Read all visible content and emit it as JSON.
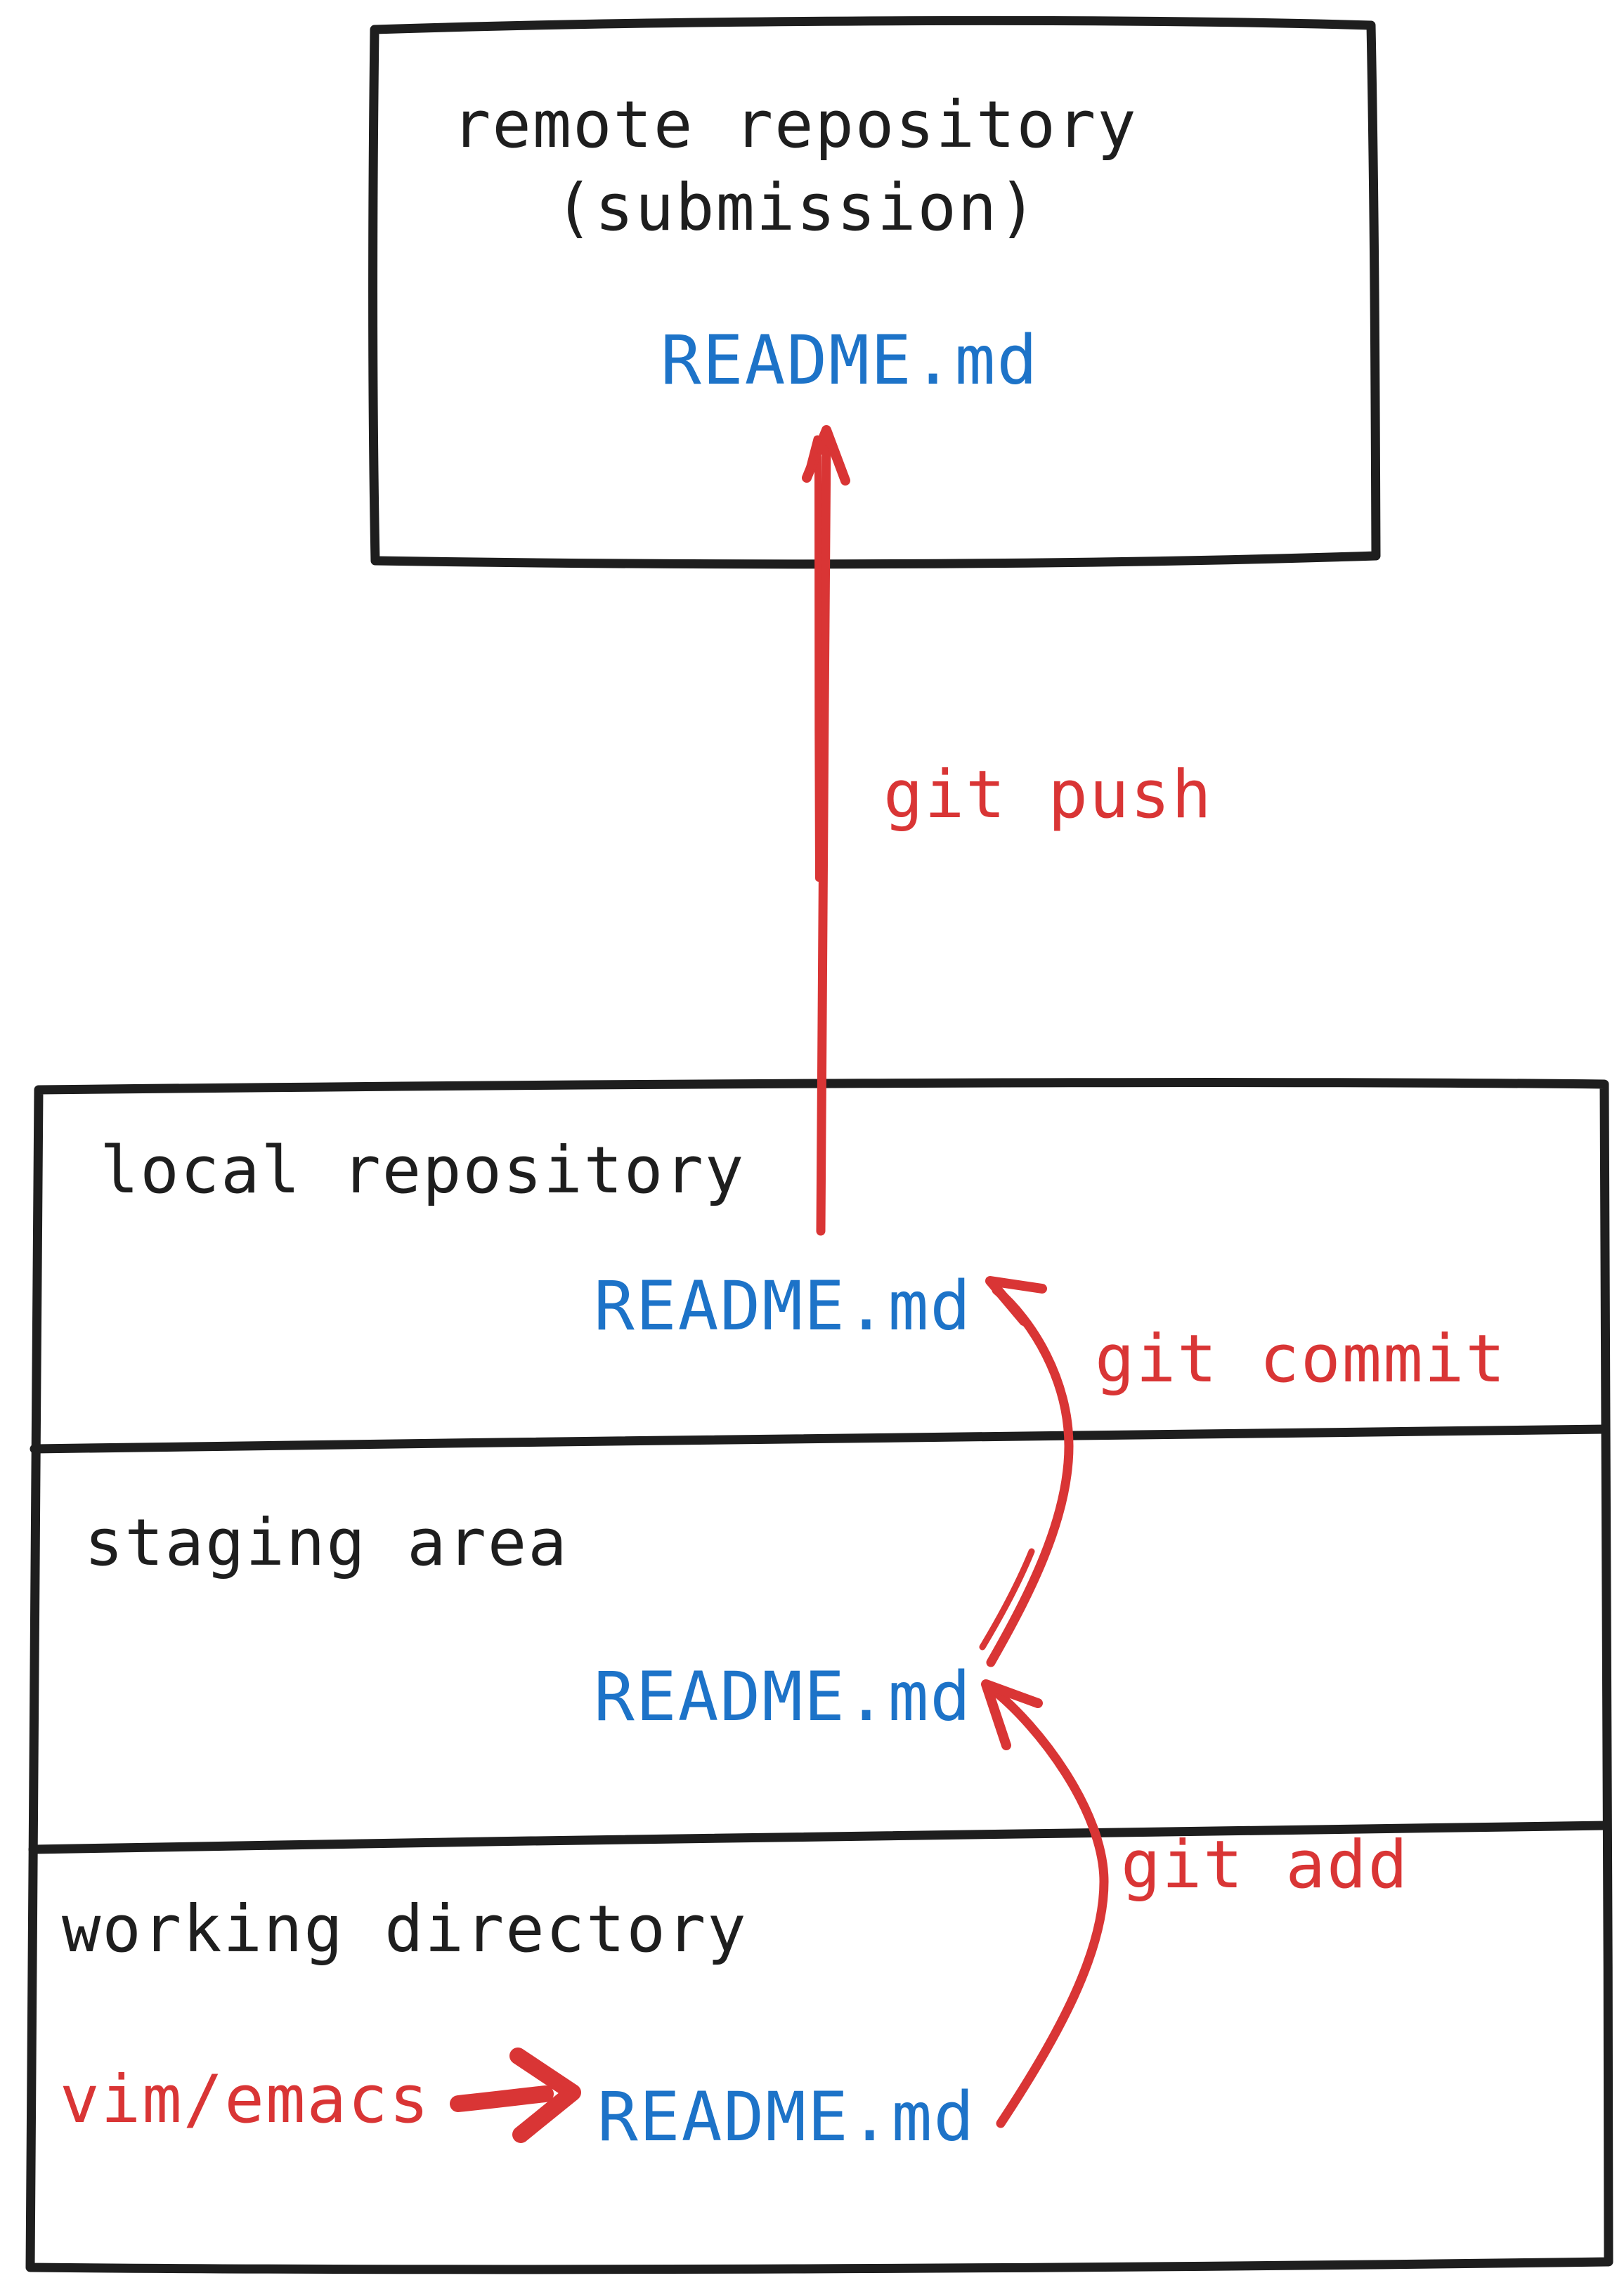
{
  "diagram": {
    "colors": {
      "ink": "#1e1e1e",
      "red": "#d93535",
      "blue": "#1d73c8",
      "background": "#ffffff"
    },
    "remote": {
      "title_line1": "remote repository",
      "title_line2": "(submission)",
      "file": "README.md"
    },
    "labels": {
      "push": "git push",
      "commit": "git commit",
      "add": "git add",
      "editor": "vim/emacs"
    },
    "sections": [
      {
        "id": "local",
        "label": "local repository",
        "file": "README.md"
      },
      {
        "id": "staging",
        "label": "staging area",
        "file": "README.md"
      },
      {
        "id": "working",
        "label": "working directory",
        "file": "README.md"
      }
    ]
  }
}
